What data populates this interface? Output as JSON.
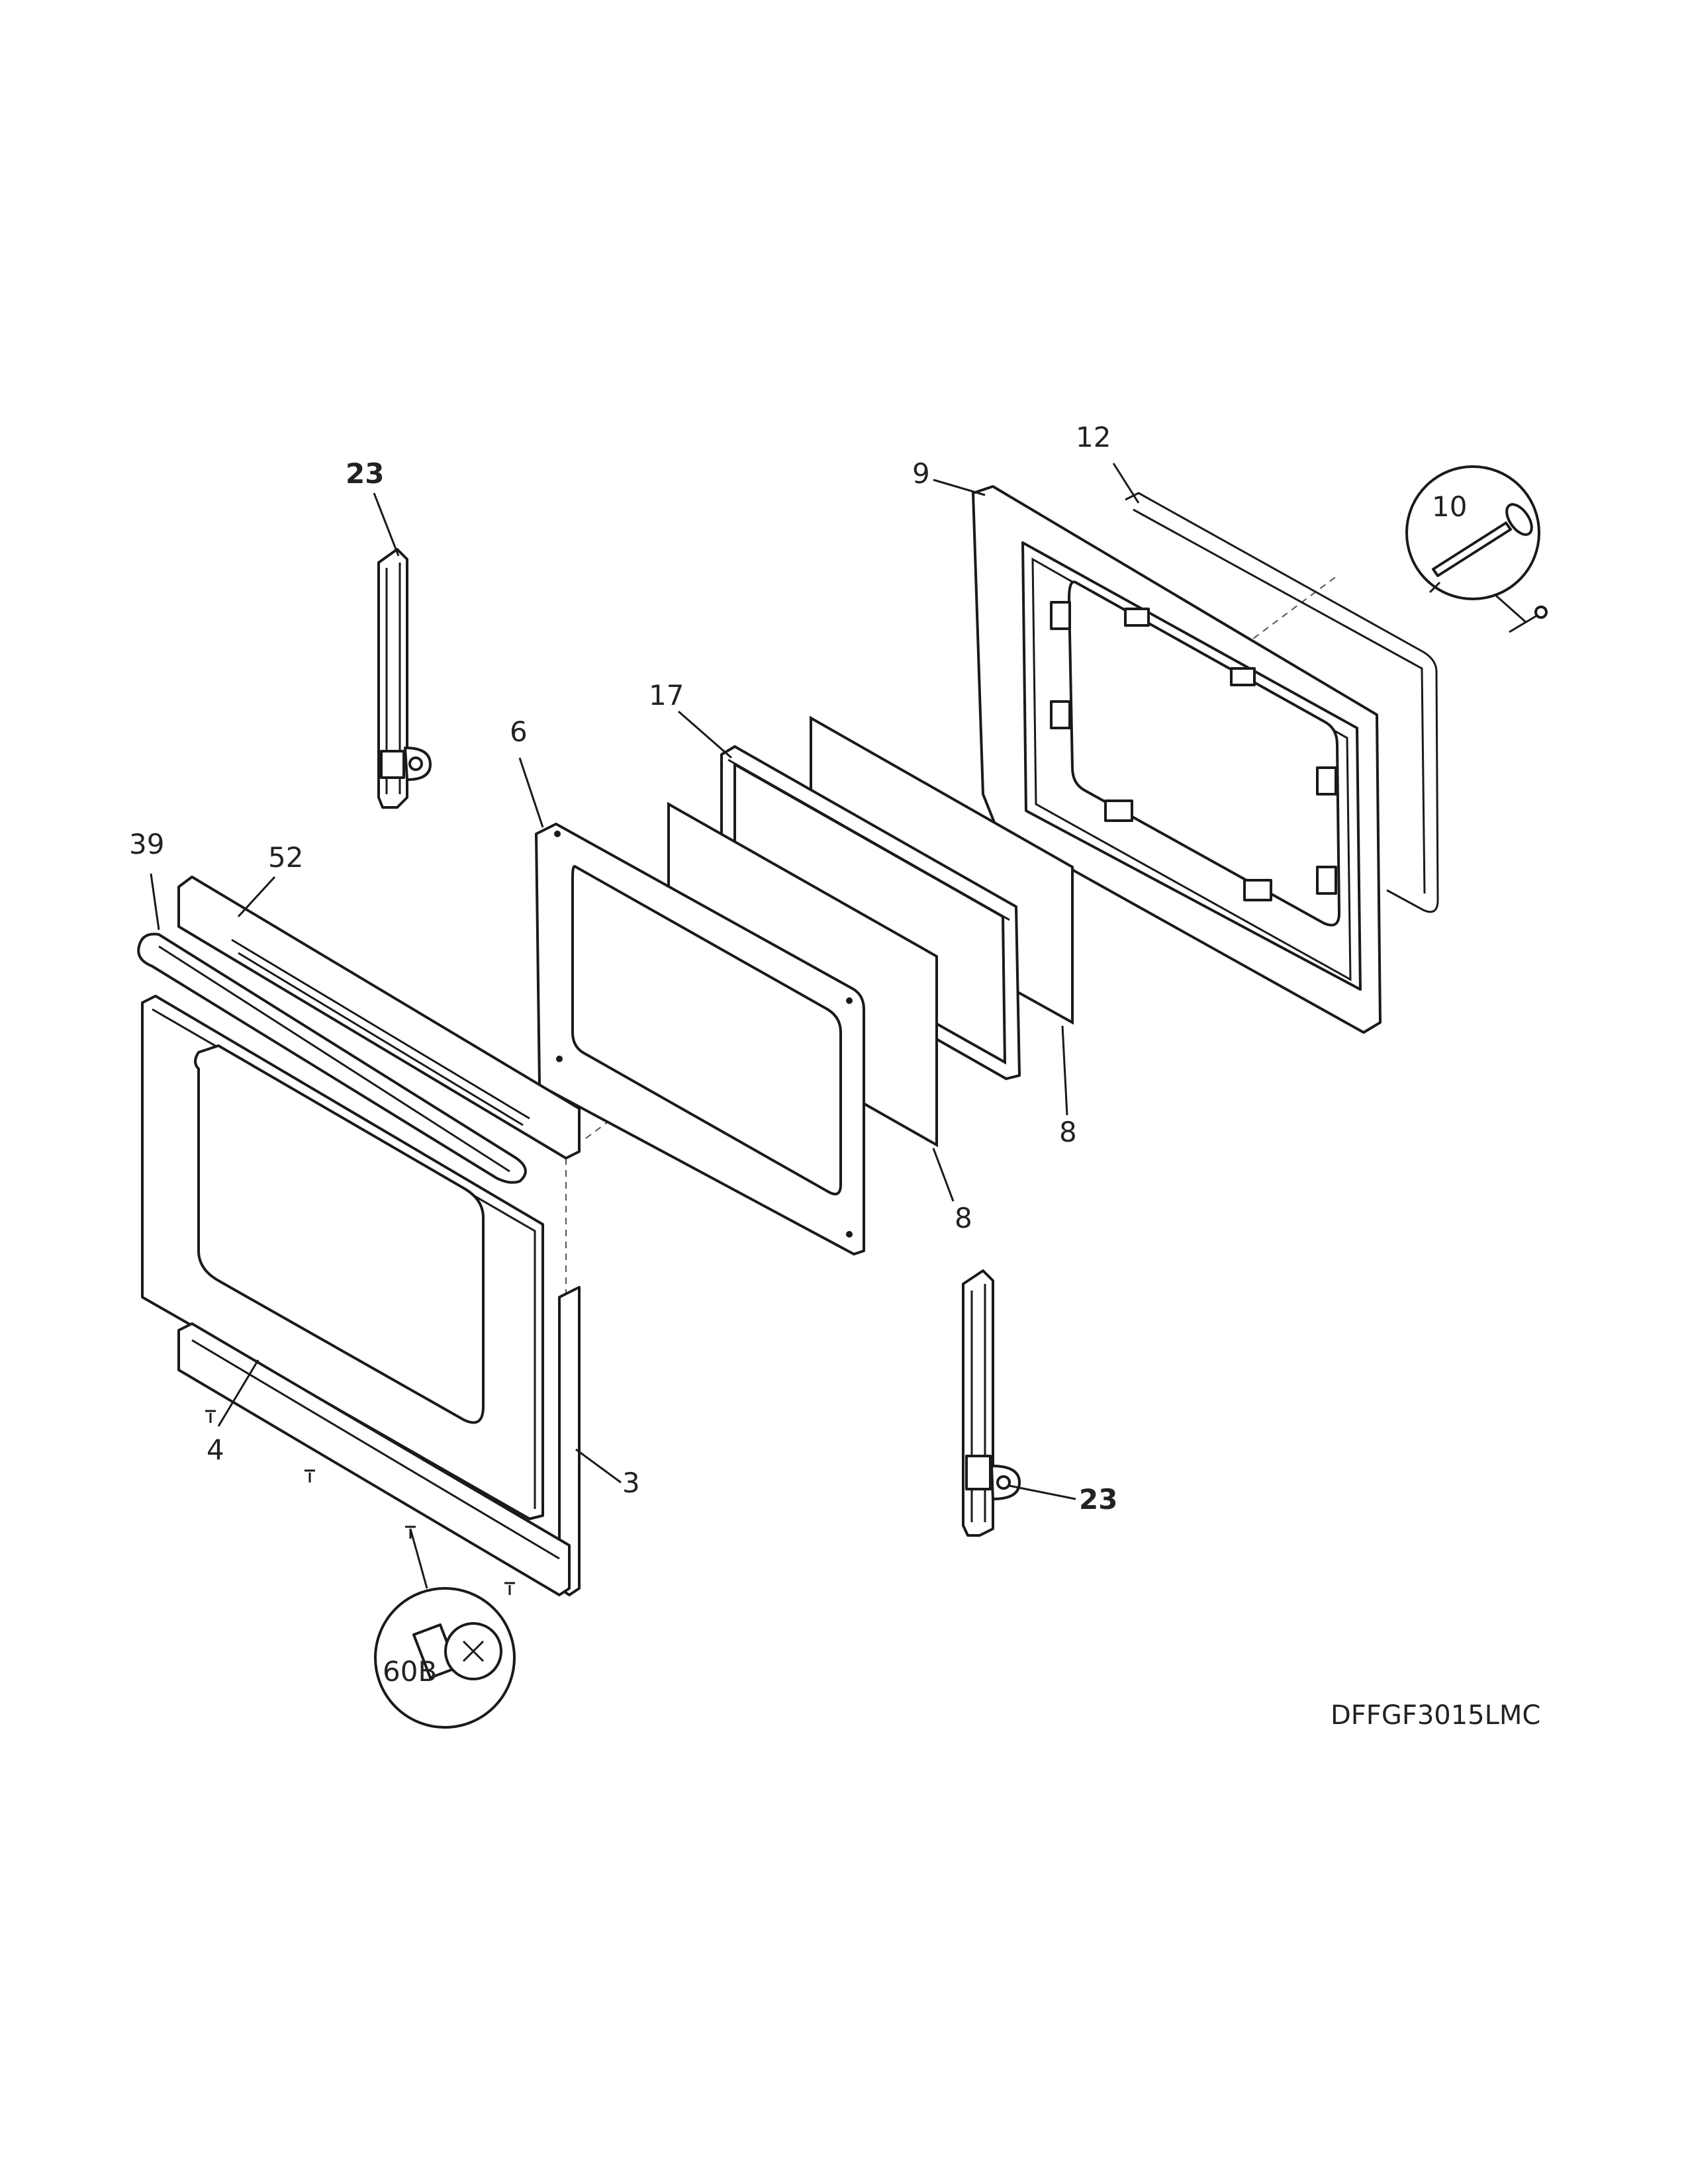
{
  "model_number": "DFFGF3015LMC",
  "callouts": {
    "c3": "3",
    "c4": "4",
    "c6": "6",
    "c8a": "8",
    "c8b": "8",
    "c9": "9",
    "c10": "10",
    "c12": "12",
    "c17": "17",
    "c23a": "23",
    "c23b": "23",
    "c39": "39",
    "c52": "52",
    "c60b": "60B"
  },
  "colors": {
    "line": "#1a1a1a",
    "background": "#ffffff"
  }
}
